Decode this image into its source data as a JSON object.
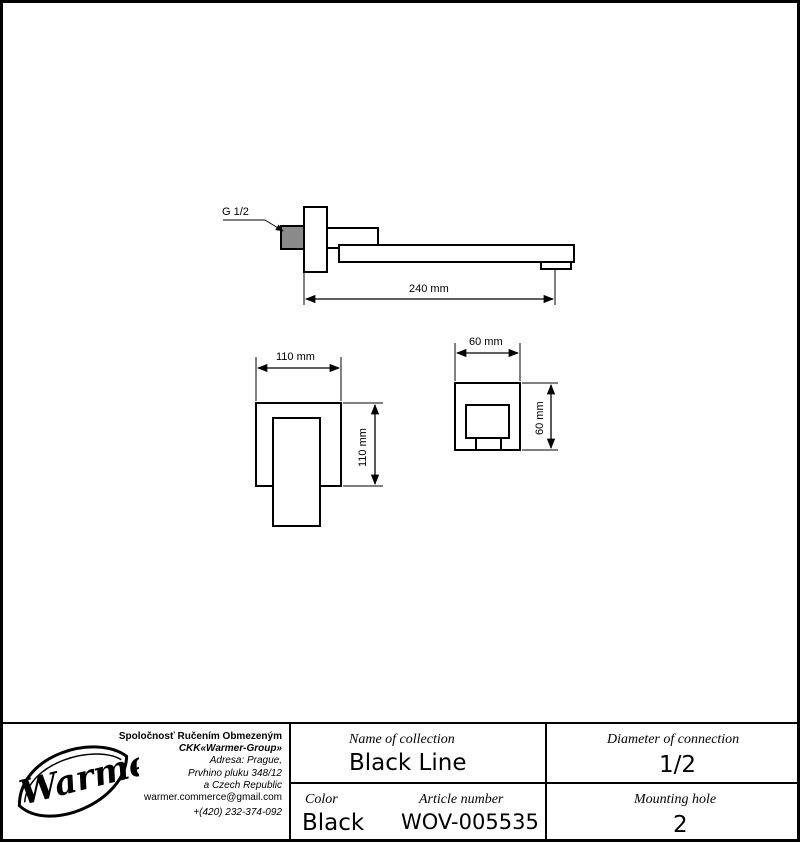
{
  "drawing": {
    "labels": {
      "thread": "G 1/2",
      "spout_length": "240 mm",
      "plate_width": "110 mm",
      "plate_height": "110 mm",
      "holder_width": "60 mm",
      "holder_height": "60 mm"
    }
  },
  "title_block": {
    "company": {
      "name_line1": "Spoločnosť Ručením Obmezeným",
      "name_line2": "CKK«Warmer-Group»",
      "address_line1": "Adresa: Prague,",
      "address_line2": "Prvhino pluku 348/12",
      "address_line3": "a Czech Republic",
      "email": "warmer.commerce@gmail.com",
      "phone": "+(420) 232-374-092",
      "logo_text": "Warmer"
    },
    "collection": {
      "label": "Name of collection",
      "value": "Black Line"
    },
    "diameter": {
      "label": "Diameter of connection",
      "value": "1/2"
    },
    "color": {
      "label": "Color",
      "value": "Black"
    },
    "article": {
      "label": "Article number",
      "value": "WOV-005535"
    },
    "mounting": {
      "label": "Mounting hole",
      "value": "2"
    }
  },
  "colors": {
    "ink": "#000000",
    "thread_fill": "#8a8a8a"
  }
}
